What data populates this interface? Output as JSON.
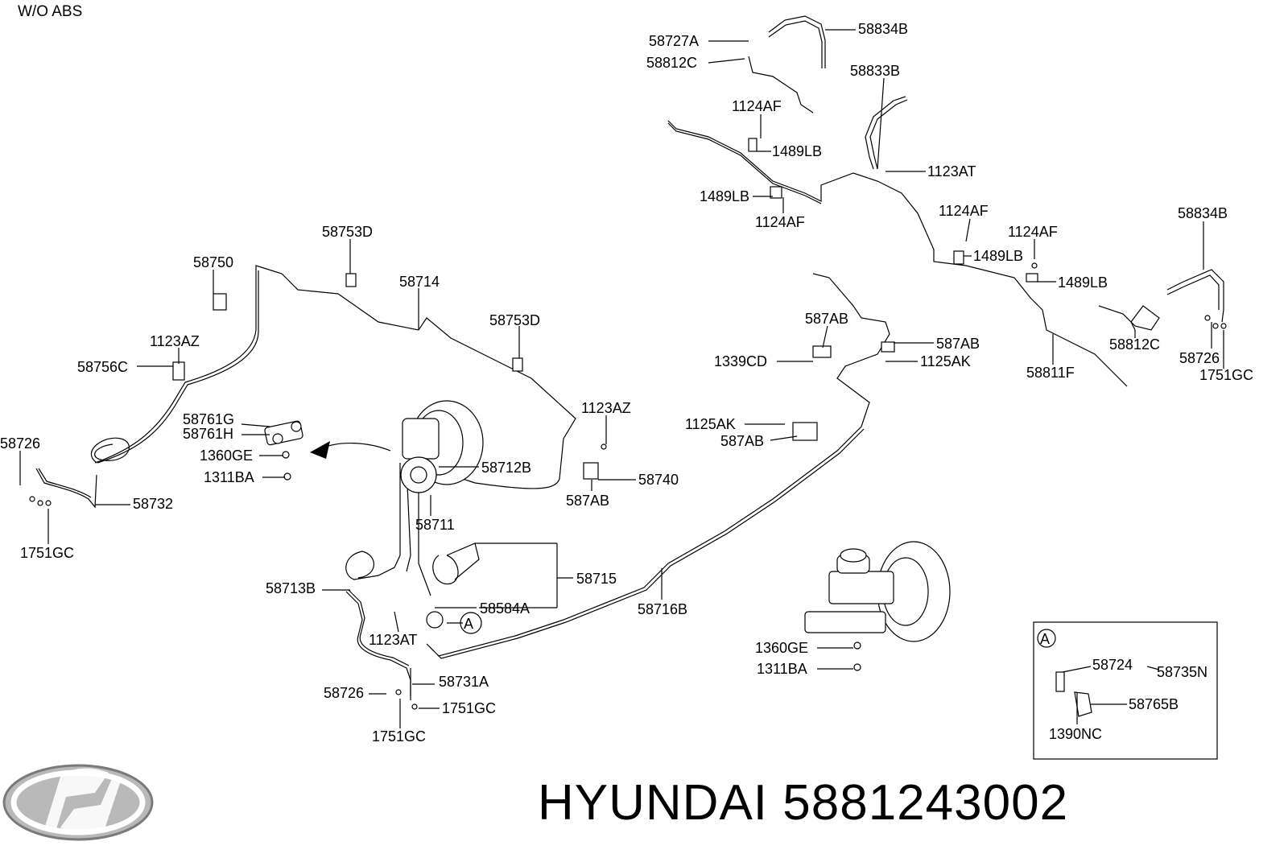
{
  "header": {
    "text": "W/O  ABS"
  },
  "brand": {
    "text": "HYUNDAI 5881243002",
    "logo_icon": "hyundai-logo"
  },
  "callout": {
    "circle_label": "A"
  },
  "labels": {
    "l58727A": "58727A",
    "l58834B_top": "58834B",
    "l58812C_top": "58812C",
    "l58833B": "58833B",
    "l1124AF_a": "1124AF",
    "l1489LB_a": "1489LB",
    "l1123AT_top": "1123AT",
    "l1489LB_b": "1489LB",
    "l1124AF_b": "1124AF",
    "l1124AF_c": "1124AF",
    "l1124AF_d": "1124AF",
    "l1489LB_c": "1489LB",
    "l1489LB_d": "1489LB",
    "l58834B_right": "58834B",
    "l58812C_right": "58812C",
    "l58726_right": "58726",
    "l1751GC_right": "1751GC",
    "l58811F": "58811F",
    "l587AB_a": "587AB",
    "l587AB_b": "587AB",
    "l1339CD": "1339CD",
    "l1125AK_a": "1125AK",
    "l1125AK_b": "1125AK",
    "l587AB_c": "587AB",
    "l58753D_a": "58753D",
    "l58750": "58750",
    "l58714": "58714",
    "l58753D_b": "58753D",
    "l1123AZ_a": "1123AZ",
    "l58756C": "58756C",
    "l58761G": "58761G",
    "l58761H": "58761H",
    "l1360GE_a": "1360GE",
    "l1311BA_a": "1311BA",
    "l58726_left": "58726",
    "l58732": "58732",
    "l1751GC_left": "1751GC",
    "l1123AZ_b": "1123AZ",
    "l58712B": "58712B",
    "l58740": "58740",
    "l587AB_d": "587AB",
    "l58711": "58711",
    "l58715": "58715",
    "l58713B": "58713B",
    "l58584A": "58584A",
    "l1123AT_bottom": "1123AT",
    "l58716B": "58716B",
    "l58726_bottom": "58726",
    "l58731A": "58731A",
    "l1751GC_b1": "1751GC",
    "l1751GC_b2": "1751GC",
    "l1360GE_b": "1360GE",
    "l1311BA_b": "1311BA",
    "l58724": "58724",
    "l58735N": "58735N",
    "l58765B": "58765B",
    "l1390NC": "1390NC"
  }
}
